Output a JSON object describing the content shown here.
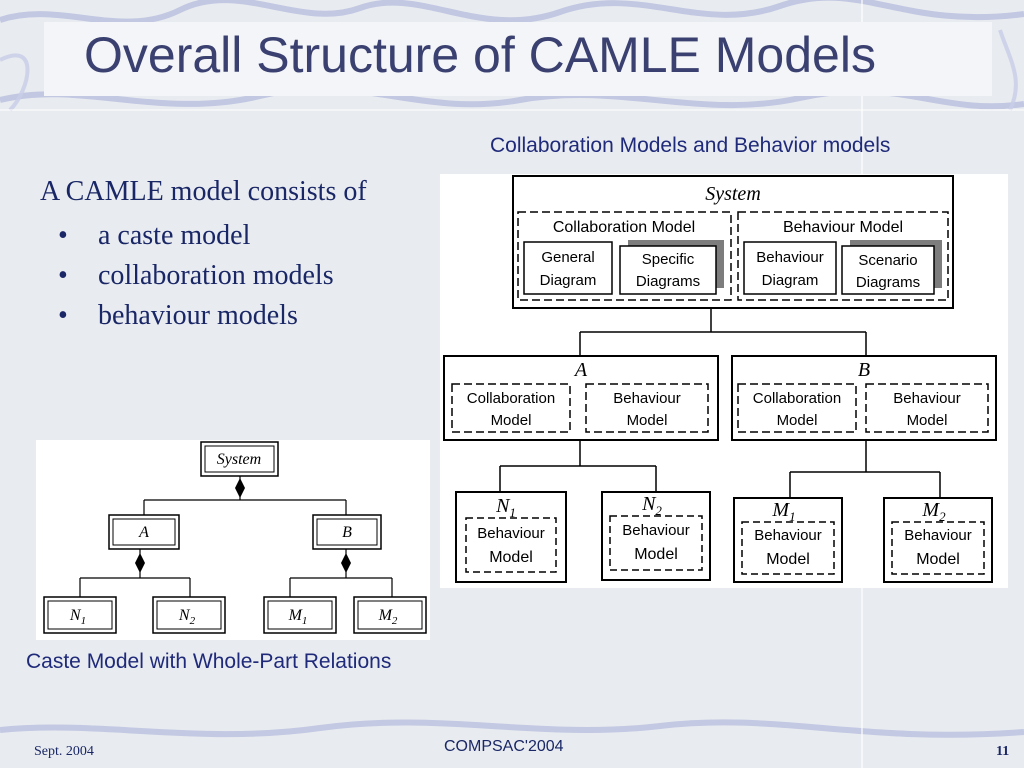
{
  "slide": {
    "title": "Overall Structure of CAMLE Models",
    "intro": "A CAMLE model consists of",
    "bullets": [
      "a caste model",
      "collaboration models",
      "behaviour models"
    ],
    "bullet_glyph": "•",
    "caption_top": "Collaboration Models and Behavior models",
    "caption_bottom": "Caste Model with Whole-Part Relations",
    "footer_left": "Sept. 2004",
    "footer_center": "COMPSAC'2004",
    "footer_right": "11",
    "colors": {
      "title": "#3a4170",
      "text": "#1a2766",
      "caption": "#1f2a7a"
    }
  },
  "right_diagram": {
    "system": {
      "title": "System",
      "collab_group": "Collaboration Model",
      "behav_group": "Behaviour Model",
      "general": [
        "General",
        "Diagram"
      ],
      "specific": [
        "Specific",
        "Diagrams"
      ],
      "behaviour_diag": [
        "Behaviour",
        "Diagram"
      ],
      "scenario": [
        "Scenario",
        "Diagrams"
      ]
    },
    "agents": [
      {
        "name": "A",
        "collab": [
          "Collaboration",
          "Model"
        ],
        "behav": [
          "Behaviour",
          "Model"
        ]
      },
      {
        "name": "B",
        "collab": [
          "Collaboration",
          "Model"
        ],
        "behav": [
          "Behaviour",
          "Model"
        ]
      }
    ],
    "leaves": [
      {
        "name": "N",
        "sub": "1",
        "model": [
          "Behaviour",
          "Model"
        ]
      },
      {
        "name": "N",
        "sub": "2",
        "model": [
          "Behaviour",
          "Model"
        ]
      },
      {
        "name": "M",
        "sub": "1",
        "model": [
          "Behaviour",
          "Model"
        ]
      },
      {
        "name": "M",
        "sub": "2",
        "model": [
          "Behaviour",
          "Model"
        ]
      }
    ]
  },
  "left_diagram": {
    "root": "System",
    "mid": [
      "A",
      "B"
    ],
    "leaves": [
      {
        "name": "N",
        "sub": "1"
      },
      {
        "name": "N",
        "sub": "2"
      },
      {
        "name": "M",
        "sub": "1"
      },
      {
        "name": "M",
        "sub": "2"
      }
    ]
  }
}
